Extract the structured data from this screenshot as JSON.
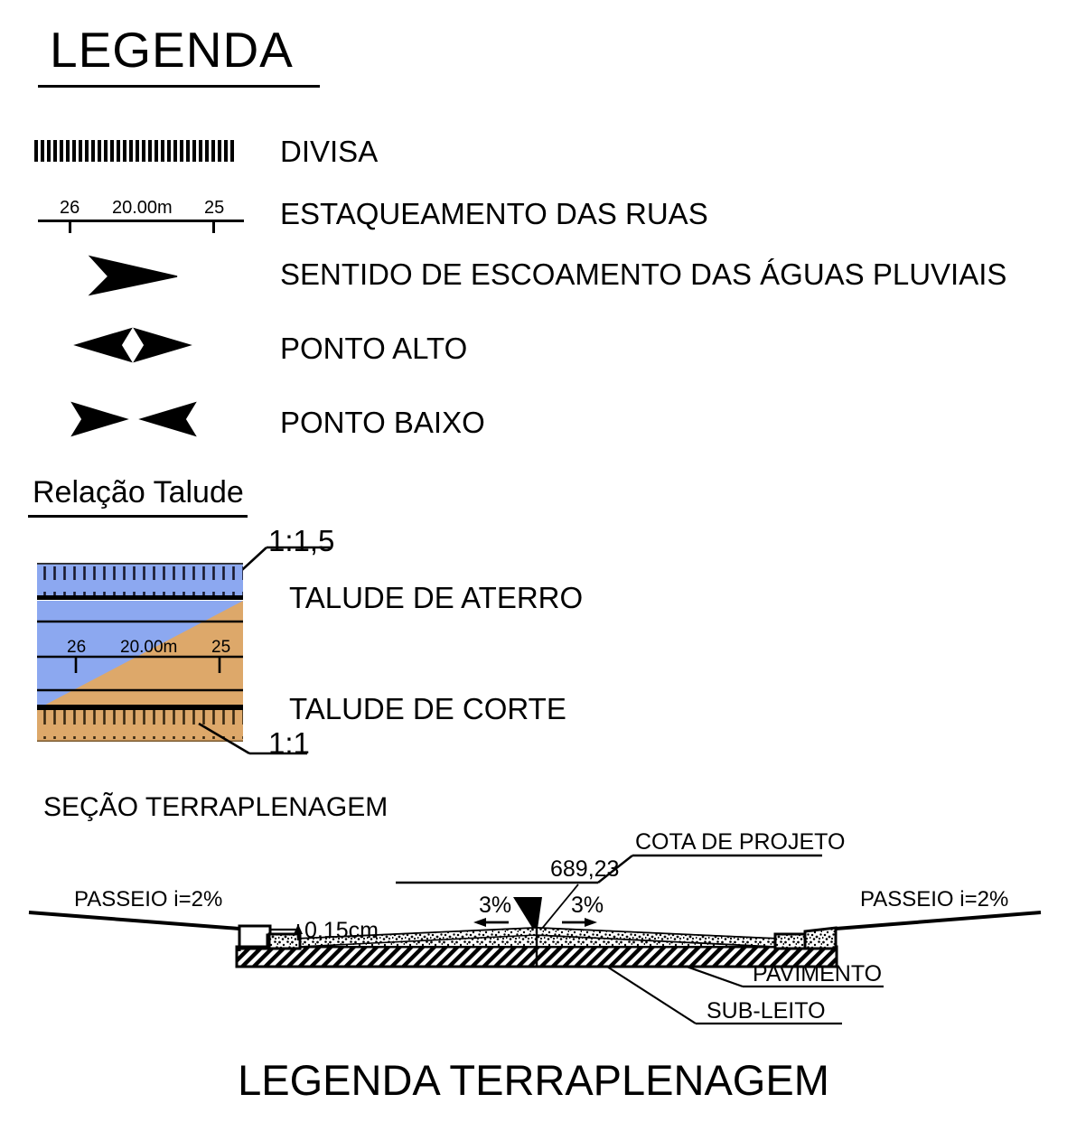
{
  "titles": {
    "main": "LEGENDA",
    "relacao_talude": "Relação Talude",
    "secao": "SEÇÃO TERRAPLENAGEM",
    "bottom": "LEGENDA TERRAPLENAGEM"
  },
  "legend_rows": [
    {
      "symbol": "divisa-hatch-bar",
      "label": "DIVISA"
    },
    {
      "symbol": "station-scale",
      "label": "ESTAQUEAMENTO DAS RUAS"
    },
    {
      "symbol": "flow-arrow-right",
      "label": "SENTIDO DE ESCOAMENTO DAS ÁGUAS PLUVIAIS"
    },
    {
      "symbol": "arrows-outward",
      "label": "PONTO ALTO"
    },
    {
      "symbol": "arrows-inward",
      "label": "PONTO BAIXO"
    }
  ],
  "station": {
    "left_number": "26",
    "distance": "20.00m",
    "right_number": "25"
  },
  "talude": {
    "ratio_aterro": "1:1,5",
    "ratio_corte": "1:1",
    "label_aterro": "TALUDE DE ATERRO",
    "label_corte": "TALUDE DE CORTE",
    "colors": {
      "aterro_blue": "#8CA8F0",
      "corte_tan": "#DDA86A",
      "outline": "#000000"
    },
    "station": {
      "left_number": "26",
      "distance": "20.00m",
      "right_number": "25"
    }
  },
  "section": {
    "cota_label": "COTA DE PROJETO",
    "cota_value": "689,23",
    "slope_left": "3%",
    "slope_right": "3%",
    "curb_height": "0,15cm",
    "passeio_left": "PASSEIO i=2%",
    "passeio_right": "PASSEIO i=2%",
    "layer_pavimento": "PAVIMENTO",
    "layer_subleito": "SUB-LEITO"
  }
}
